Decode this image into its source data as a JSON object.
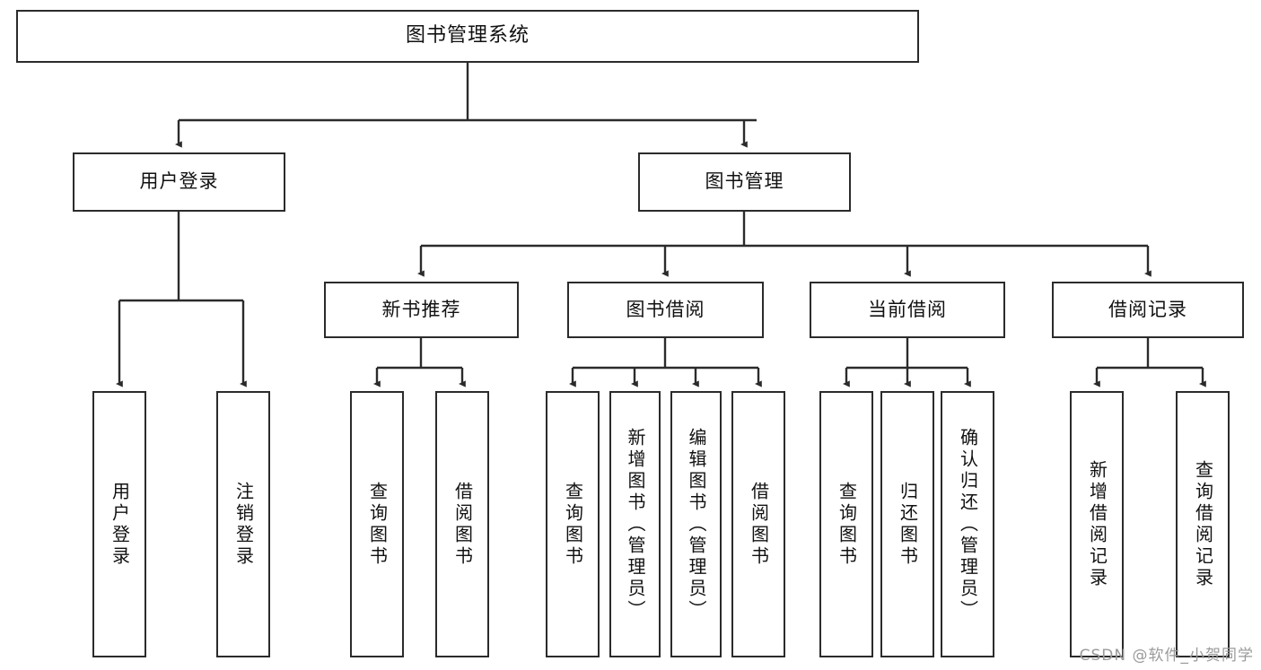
{
  "diagram": {
    "type": "tree",
    "title": "图书管理系统",
    "root": {
      "label": "图书管理系统"
    },
    "level2": [
      {
        "label": "用户登录"
      },
      {
        "label": "图书管理"
      }
    ],
    "level3": [
      {
        "label": "新书推荐"
      },
      {
        "label": "图书借阅"
      },
      {
        "label": "当前借阅"
      },
      {
        "label": "借阅记录"
      }
    ],
    "leaves": {
      "user_login": [
        {
          "label": "用户登录"
        },
        {
          "label": "注销登录"
        }
      ],
      "new_book_recommend": [
        {
          "label": "查询图书"
        },
        {
          "label": "借阅图书"
        }
      ],
      "book_borrow": [
        {
          "label": "查询图书"
        },
        {
          "label": "新增图书（管理员）"
        },
        {
          "label": "编辑图书（管理员）"
        },
        {
          "label": "借阅图书"
        }
      ],
      "current_borrow": [
        {
          "label": "查询图书"
        },
        {
          "label": "归还图书"
        },
        {
          "label": "确认归还（管理员）"
        }
      ],
      "borrow_record": [
        {
          "label": "新增借阅记录"
        },
        {
          "label": "查询借阅记录"
        }
      ]
    }
  },
  "watermark": {
    "text": "CSDN @软件_小贺同学"
  },
  "colors": {
    "stroke": "#2b2b2b",
    "background": "#ffffff",
    "text": "#111111",
    "watermark": "#9a9a9a"
  }
}
